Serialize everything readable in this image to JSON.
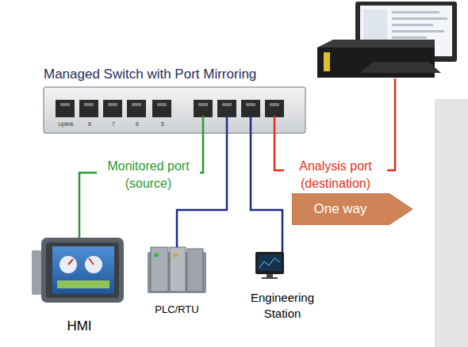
{
  "diagram": {
    "nodes": [
      {
        "text": [
          "Managed Switch with Port Mirroring"
        ]
      },
      {
        "text": [
          "HMI"
        ]
      },
      {
        "text": [
          "PLC/RTU"
        ]
      },
      {
        "text": [
          "Engineering Station"
        ]
      },
      {
        "text": [
          "One way"
        ]
      }
    ],
    "edges": [
      {
        "from": 0,
        "to": 1,
        "arrow": "none",
        "label": "Monitored port (source)"
      },
      {
        "from": 0,
        "to": 2,
        "arrow": "none"
      },
      {
        "from": 0,
        "to": 3,
        "arrow": "none"
      }
    ],
    "labels": [
      "Uplink",
      "8",
      "7",
      "6",
      "5",
      "Analysis port (destination)"
    ]
  }
}
